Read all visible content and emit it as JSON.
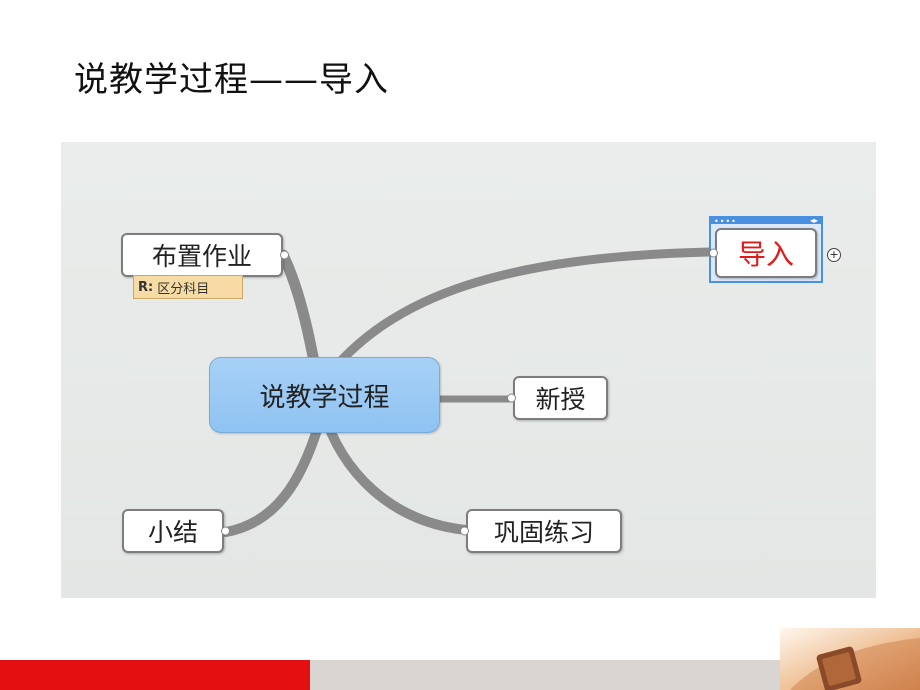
{
  "slide": {
    "title": "说教学过程——导入"
  },
  "mindmap": {
    "central": "说教学过程",
    "nodes": {
      "homework": "布置作业",
      "summary": "小结",
      "intro": "导入",
      "new_lesson": "新授",
      "practice": "巩固练习"
    },
    "note": {
      "prefix": "R:",
      "text": "区分科目"
    },
    "expand_symbol": "+"
  },
  "colors": {
    "accent_red": "#e30f10",
    "central_fill": "#9ccaf4",
    "selection_blue": "#4a8fe0",
    "intro_text": "#e11a1a"
  }
}
